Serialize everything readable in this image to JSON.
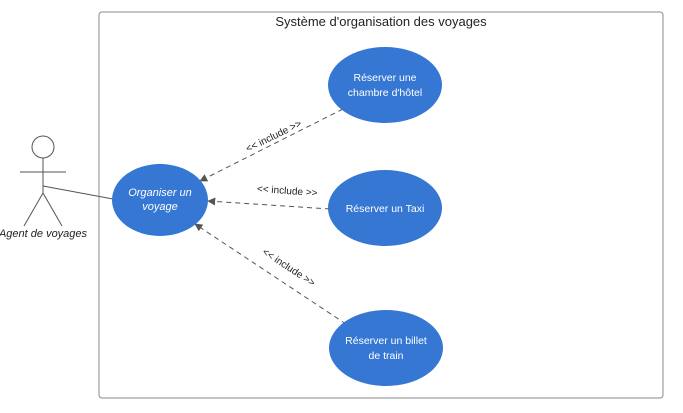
{
  "system": {
    "title": "Système d'organisation des voyages"
  },
  "actor": {
    "name": "Agent de voyages"
  },
  "use_cases": {
    "main": {
      "lines": [
        "Organiser un",
        "voyage"
      ]
    },
    "hotel": {
      "lines": [
        "Réserver une",
        "chambre d'hôtel"
      ]
    },
    "taxi": {
      "lines": [
        "Réserver un Taxi"
      ]
    },
    "train": {
      "lines": [
        "Réserver un billet",
        "de train"
      ]
    }
  },
  "relations": {
    "include_label": "<< include >>"
  },
  "colors": {
    "use_case_fill": "#3677d4",
    "line": "#555555",
    "border": "#888888"
  }
}
